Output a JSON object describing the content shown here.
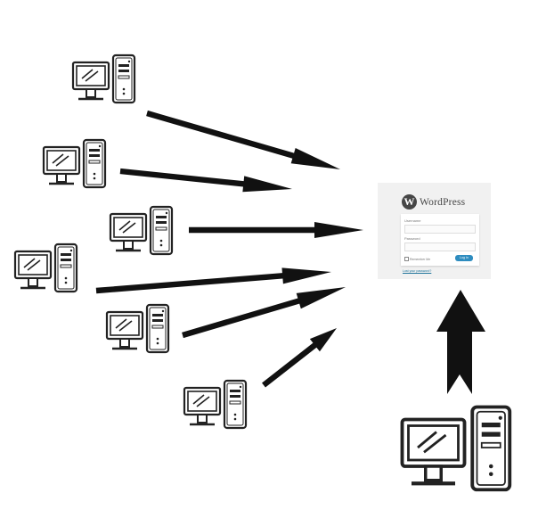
{
  "wordpress_login": {
    "logo_mark": "W",
    "logo_text": "WordPress",
    "username_label": "Username",
    "password_label": "Password",
    "remember_label": "Remember Me",
    "login_button": "Log In",
    "lost_password": "Lost your password?",
    "button_color": "#2e8cbf"
  },
  "nodes": {
    "attackers": 6,
    "legitimate_user": 1
  }
}
